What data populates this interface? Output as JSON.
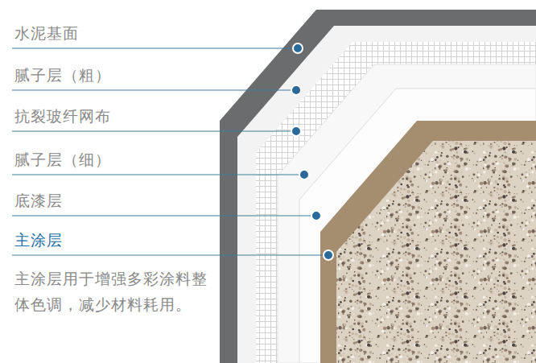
{
  "diagram": {
    "labels": [
      "水泥基面",
      "腻子层（粗）",
      "抗裂玻纤网布",
      "腻子层（细）",
      "底漆层",
      "主涂层",
      "主涂层用于增强多彩涂料整体色调，减少材料耗用。"
    ]
  }
}
